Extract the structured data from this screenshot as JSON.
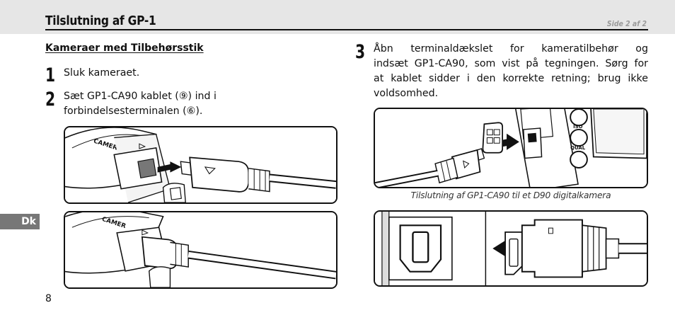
{
  "header": {
    "title": "Tilslutning af GP-1",
    "page_indicator": "Side 2 af 2"
  },
  "section": {
    "heading": "Kameraer med Tilbehørsstik"
  },
  "steps": [
    {
      "number": "1",
      "text": "Sluk kameraet."
    },
    {
      "number": "2",
      "line1": "Sæt GP1-CA90 kablet (⑨) ind i",
      "line2": "forbindelsesterminalen (⑥)."
    },
    {
      "number": "3",
      "line1": "Åbn terminaldækslet for kameratilbehør og",
      "line2": "indsæt GP1-CA90, som vist på tegningen. Sørg for",
      "line3": "at kablet sidder i den korrekte retning; brug ikke",
      "line4": "voldsomhed."
    }
  ],
  "illustration_labels": {
    "camera_text_1": "CAMER",
    "camera_text_2": "CAMER",
    "button_iso": "ISO",
    "button_qual": "QUAL"
  },
  "caption": "Tilslutning af GP1-CA90 til et D90 digitalkamera",
  "sidebar": {
    "language_tab": "Dk"
  },
  "footer": {
    "page_number": "8"
  }
}
